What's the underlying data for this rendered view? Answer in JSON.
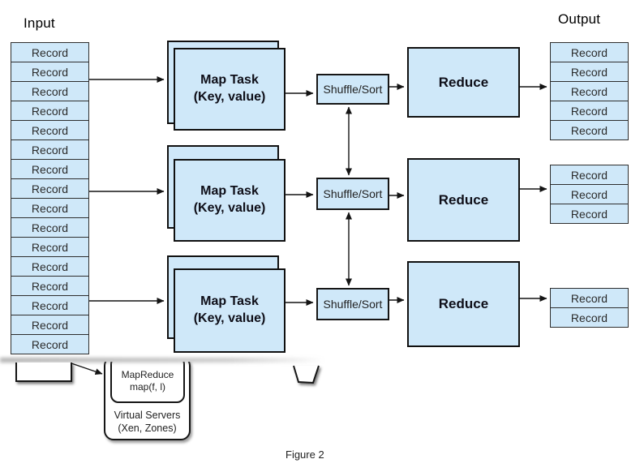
{
  "figure": {
    "caption": "Figure 2"
  },
  "headings": {
    "input": "Input",
    "output": "Output"
  },
  "input_column": {
    "records": [
      "Record",
      "Record",
      "Record",
      "Record",
      "Record",
      "Record",
      "Record",
      "Record",
      "Record",
      "Record",
      "Record",
      "Record",
      "Record",
      "Record",
      "Record",
      "Record"
    ]
  },
  "map_task": {
    "line1": "Map Task",
    "line2": "(Key, value)"
  },
  "shuffle_sort": {
    "label": "Shuffle/Sort"
  },
  "reduce": {
    "label": "Reduce"
  },
  "output_groups": {
    "group1": [
      "Record",
      "Record",
      "Record",
      "Record",
      "Record"
    ],
    "group2": [
      "Record",
      "Record",
      "Record"
    ],
    "group3": [
      "Record",
      "Record"
    ]
  },
  "runtime_stack": {
    "mapreduce_line1": "MapReduce",
    "mapreduce_line2": "map(f, l)",
    "servers_line1": "Virtual Servers",
    "servers_line2": "(Xen, Zones)"
  },
  "colors": {
    "box_fill": "#cfe8f9",
    "box_border": "#141414",
    "record_text": "#2b2b2b",
    "background": "#ffffff"
  }
}
